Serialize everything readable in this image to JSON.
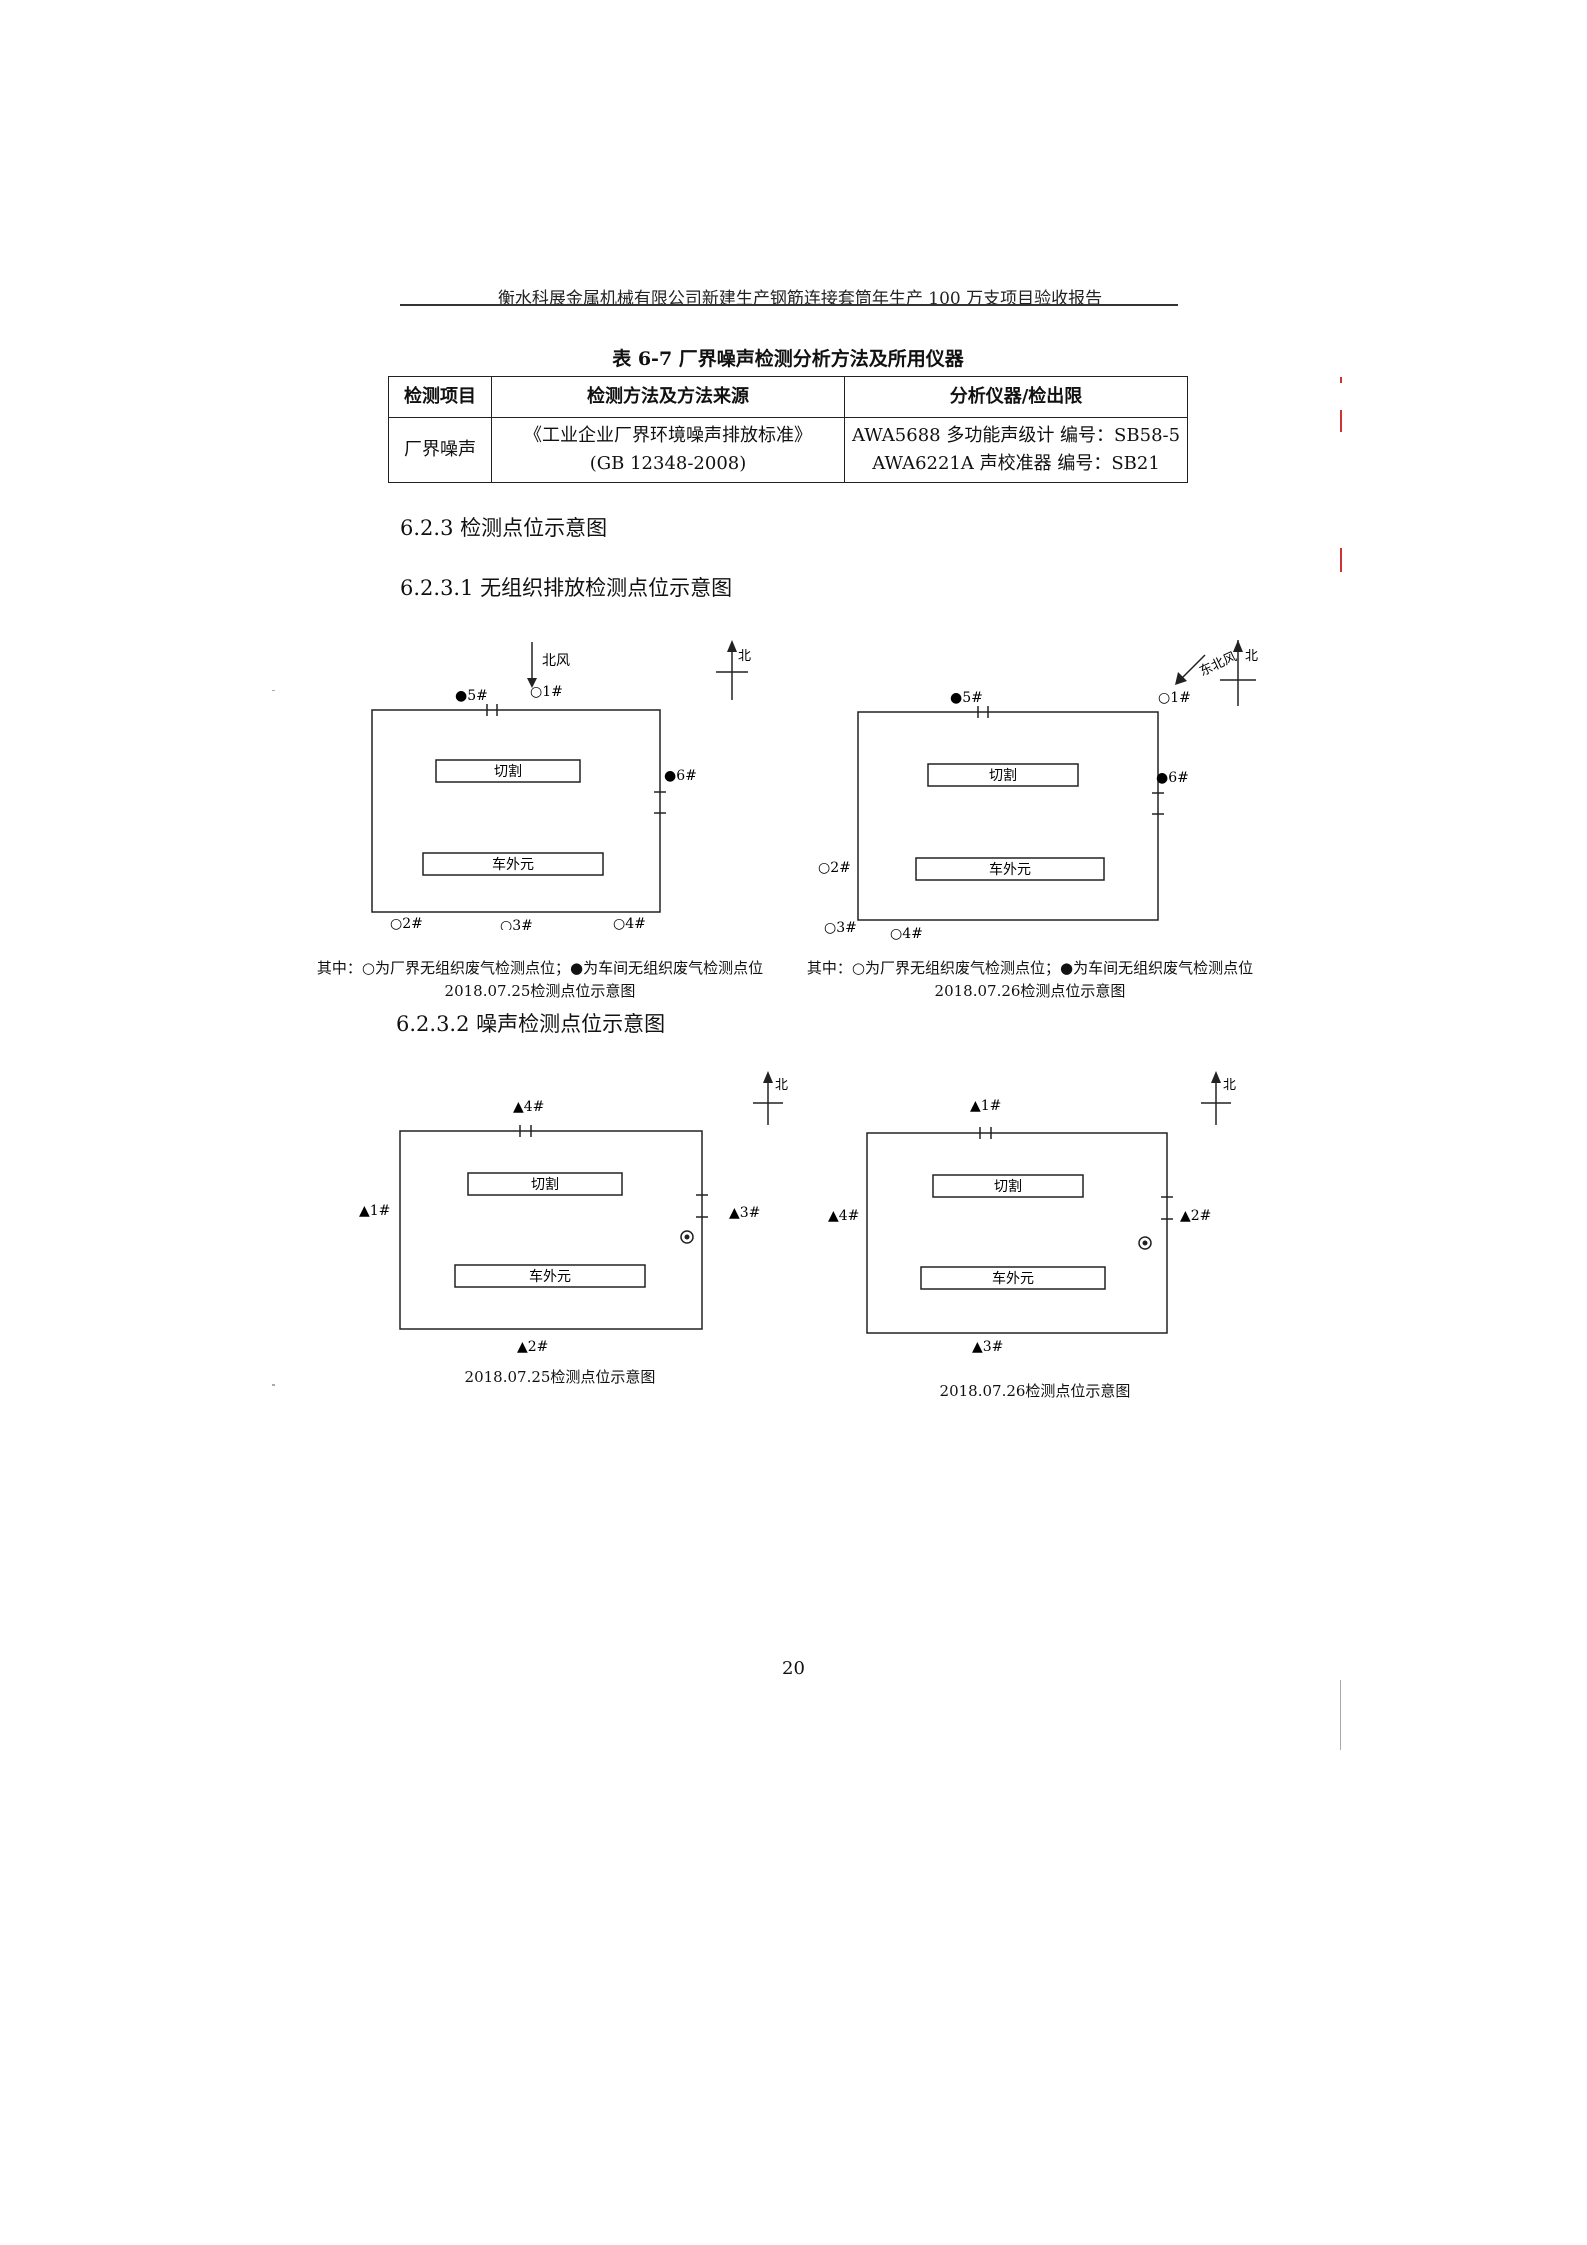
{
  "header": {
    "title": "衡水科展金属机械有限公司新建生产钢筋连接套筒年生产 100 万支项目验收报告"
  },
  "table": {
    "caption": "表 6-7 厂界噪声检测分析方法及所用仪器",
    "headers": [
      "检测项目",
      "检测方法及方法来源",
      "分析仪器/检出限"
    ],
    "row": {
      "item": "厂界噪声",
      "method_line1": "《工业企业厂界环境噪声排放标准》",
      "method_line2": "(GB 12348-2008)",
      "instrument_line1": "AWA5688 多功能声级计 编号：SB58-5",
      "instrument_line2": "AWA6221A 声校准器 编号：SB21"
    }
  },
  "sections": {
    "s623": "6.2.3 检测点位示意图",
    "s6231": "6.2.3.1 无组织排放检测点位示意图",
    "s6232": "6.2.3.2 噪声检测点位示意图"
  },
  "labels": {
    "north": "北",
    "cut": "切割",
    "workshop": "车外元",
    "wind_left": "北风",
    "wind_right": "东北风"
  },
  "air": {
    "legend_left": "其中：○为厂界无组织废气检测点位；●为车间无组织废气检测点位",
    "legend_right": "其中：○为厂界无组织废气检测点位；●为车间无组织废气检测点位",
    "date_left": "2018.07.25检测点位示意图",
    "date_right": "2018.07.26检测点位示意图",
    "left_points": [
      "●5#",
      "○1#",
      "●6#",
      "○2#",
      "○3#",
      "○4#"
    ],
    "right_points": [
      "●5#",
      "○1#",
      "●6#",
      "○2#",
      "○3#",
      "○4#"
    ]
  },
  "noise": {
    "date_left": "2018.07.25检测点位示意图",
    "date_right": "2018.07.26检测点位示意图",
    "left_points": [
      "▲4#",
      "▲1#",
      "▲3#",
      "▲2#"
    ],
    "right_points": [
      "▲1#",
      "▲4#",
      "▲2#",
      "▲3#"
    ]
  },
  "page_number": "20"
}
